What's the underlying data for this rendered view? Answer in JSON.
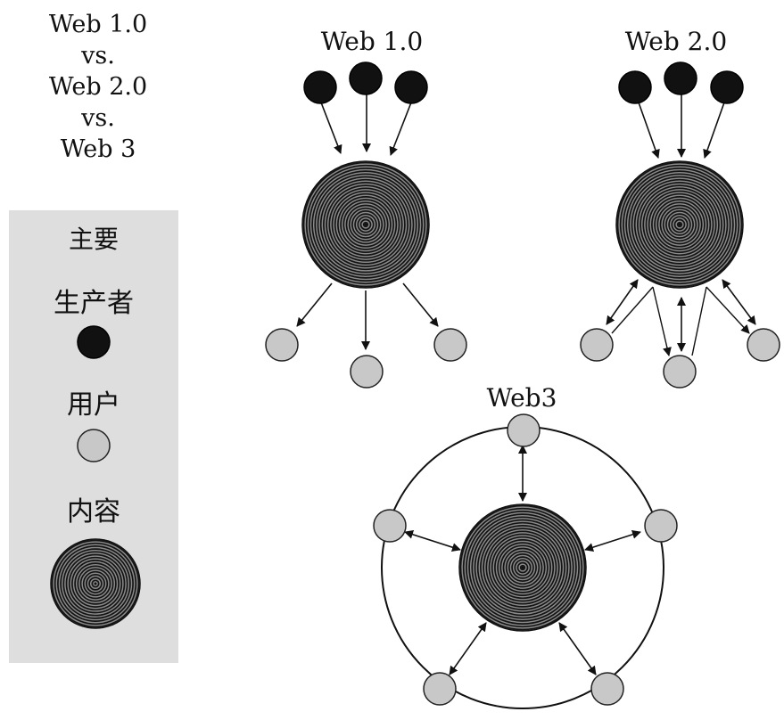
{
  "title_lines": [
    "Web 1.0",
    "vs.",
    "Web 2.0",
    "vs.",
    "Web 3"
  ],
  "legend": {
    "heading": "主要",
    "producer_label": "生产者",
    "user_label": "用户",
    "content_label": "内容"
  },
  "diagrams": {
    "web1_label": "Web 1.0",
    "web2_label": "Web 2.0",
    "web3_label": "Web3"
  },
  "colors": {
    "producer": "#111111",
    "user": "#c8c8c8",
    "content_dark": "#141414",
    "content_light": "#8a8a8a",
    "legend_bg": "#dedede"
  }
}
